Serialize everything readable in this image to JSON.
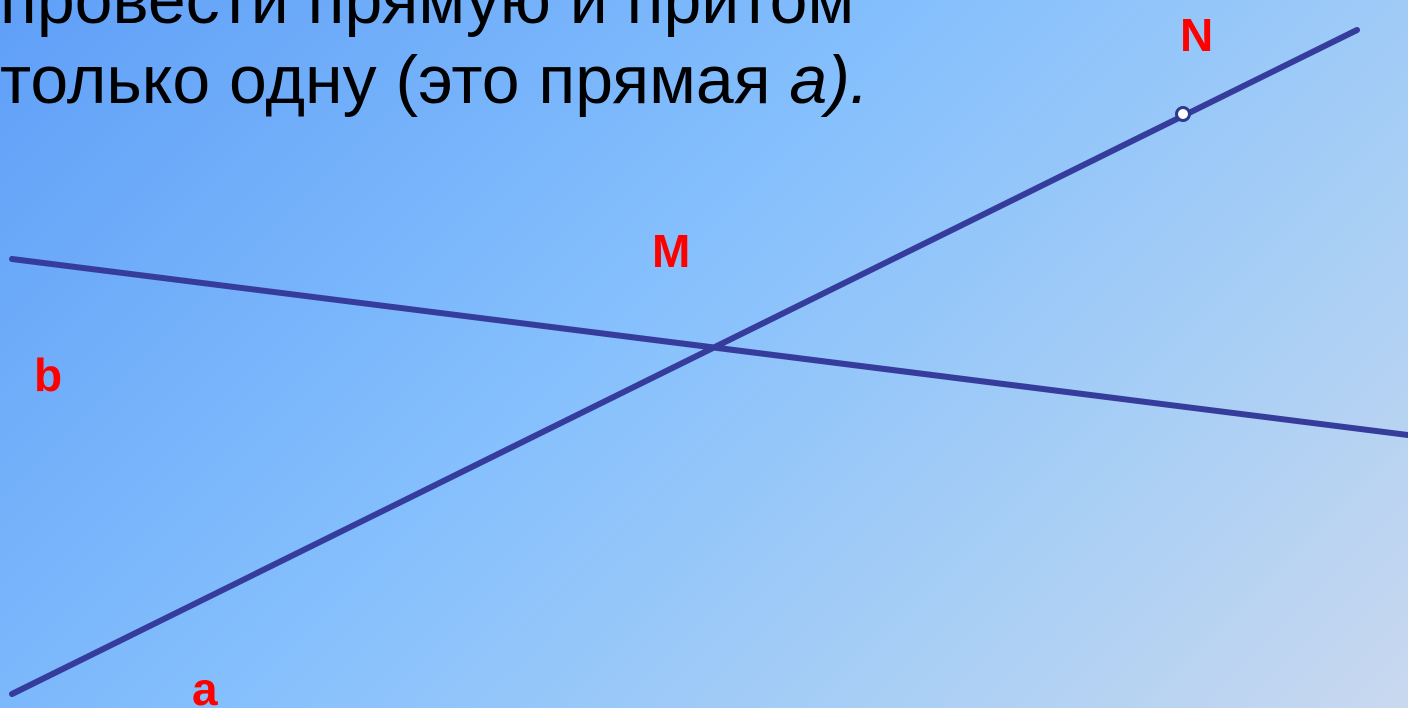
{
  "text": {
    "line1": "провести прямую и притом",
    "line2_prefix": "только одну (это прямая ",
    "line2_italic": "а).",
    "line2": "только одну (это прямая а)."
  },
  "labels": {
    "N": "N",
    "M": "M",
    "b": "b",
    "a": "a"
  },
  "colors": {
    "line": "#353c9c",
    "point": "#2b3a8f",
    "label": "#ff0000",
    "text": "#000000"
  }
}
